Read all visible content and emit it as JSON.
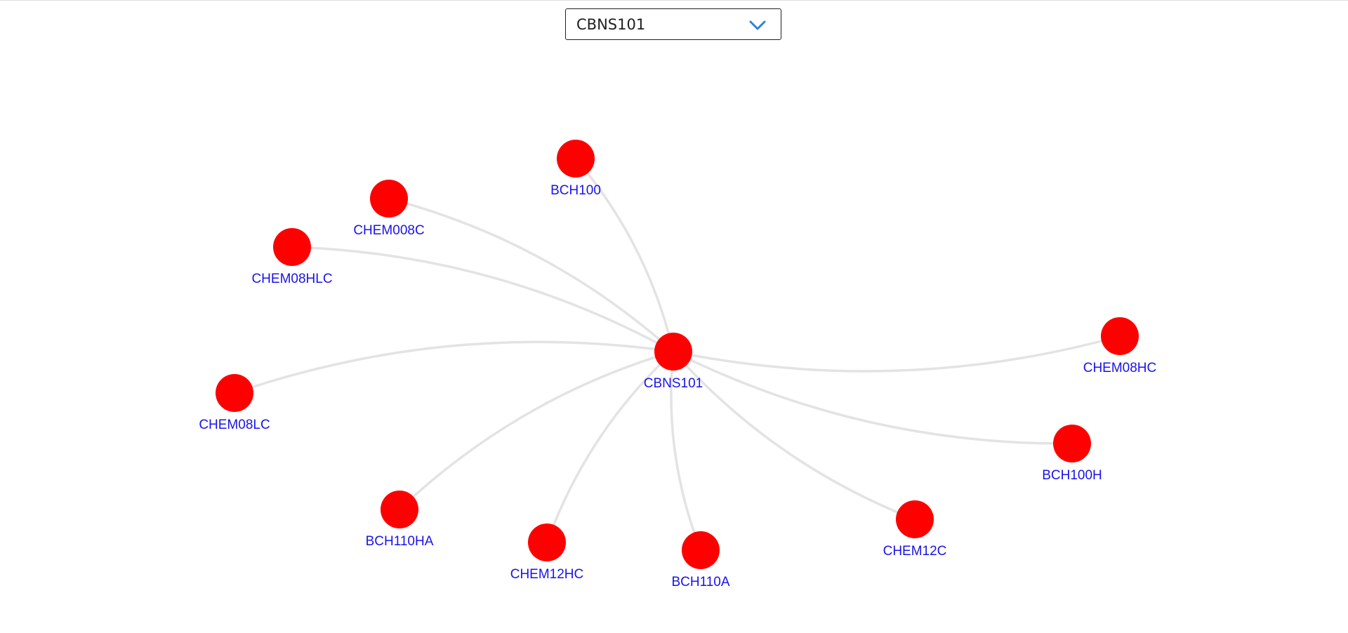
{
  "course_selector": {
    "selected": "CBNS101",
    "icon": "chevron-down-icon",
    "accent_color": "#2f7fe0"
  },
  "graph": {
    "center": "CBNS101",
    "node_color": "#ff0000",
    "label_color": "#1a13ea",
    "edge_color": "#e3e3e3",
    "nodes": [
      {
        "id": "cbns101",
        "label": "CBNS101"
      },
      {
        "id": "bch100",
        "label": "BCH100"
      },
      {
        "id": "chem008c",
        "label": "CHEM008C"
      },
      {
        "id": "chem08hlc",
        "label": "CHEM08HLC"
      },
      {
        "id": "chem08lc",
        "label": "CHEM08LC"
      },
      {
        "id": "chem08hc",
        "label": "CHEM08HC"
      },
      {
        "id": "bch100h",
        "label": "BCH100H"
      },
      {
        "id": "chem12c",
        "label": "CHEM12C"
      },
      {
        "id": "bch110a",
        "label": "BCH110A"
      },
      {
        "id": "chem12hc",
        "label": "CHEM12HC"
      },
      {
        "id": "bch110ha",
        "label": "BCH110HA"
      }
    ],
    "edges": [
      {
        "source": "cbns101",
        "target": "bch100"
      },
      {
        "source": "cbns101",
        "target": "chem008c"
      },
      {
        "source": "cbns101",
        "target": "chem08hlc"
      },
      {
        "source": "cbns101",
        "target": "chem08lc"
      },
      {
        "source": "cbns101",
        "target": "chem08hc"
      },
      {
        "source": "cbns101",
        "target": "bch100h"
      },
      {
        "source": "cbns101",
        "target": "chem12c"
      },
      {
        "source": "cbns101",
        "target": "bch110a"
      },
      {
        "source": "cbns101",
        "target": "chem12hc"
      },
      {
        "source": "cbns101",
        "target": "bch110ha"
      }
    ]
  }
}
